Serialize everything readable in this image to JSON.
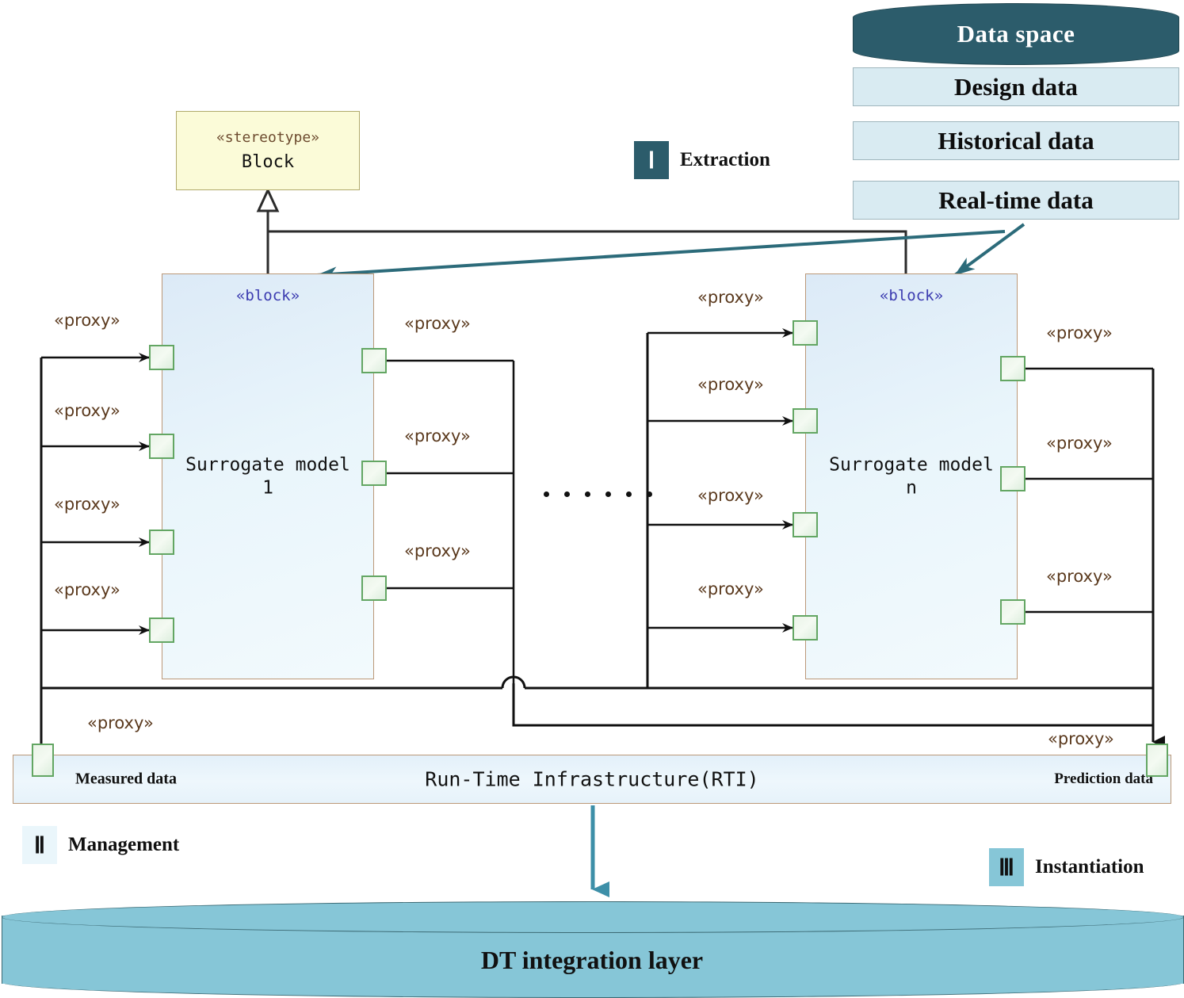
{
  "data_space": {
    "cylinder_label": "Data space",
    "boxes": [
      {
        "label": "Design data"
      },
      {
        "label": "Historical data"
      },
      {
        "label": "Real-time data"
      }
    ]
  },
  "stereotype_block": {
    "stereotype": "«stereotype»",
    "name": "Block"
  },
  "models": [
    {
      "stereotype": "«block»",
      "name": "Surrogate model\n1",
      "input_proxy_labels": [
        "«proxy»",
        "«proxy»",
        "«proxy»",
        "«proxy»"
      ],
      "output_proxy_labels": [
        "«proxy»",
        "«proxy»",
        "«proxy»"
      ]
    },
    {
      "stereotype": "«block»",
      "name": "Surrogate model\nn",
      "input_proxy_labels": [
        "«proxy»",
        "«proxy»",
        "«proxy»",
        "«proxy»"
      ],
      "output_proxy_labels": [
        "«proxy»",
        "«proxy»",
        "«proxy»"
      ]
    }
  ],
  "ellipsis": "......",
  "rti": {
    "title": "Run-Time Infrastructure(RTI)",
    "left_port_label": "«proxy»",
    "left_label": "Measured data",
    "right_port_label": "«proxy»",
    "right_label": "Prediction data"
  },
  "dt_layer": {
    "label": "DT integration layer"
  },
  "stages": [
    {
      "numeral": "Ⅰ",
      "label": "Extraction"
    },
    {
      "numeral": "Ⅱ",
      "label": "Management"
    },
    {
      "numeral": "Ⅲ",
      "label": "Instantiation"
    }
  ],
  "colors": {
    "data_space_fill": "#2c5c6b",
    "data_box_fill": "#d9ebf2",
    "model_fill": "#e3f1fa",
    "model_border": "#bb9878",
    "port_border": "#63a663",
    "dt_fill": "#86c6d7",
    "arrow_teal": "#2c6b7a",
    "stereotype_fill": "#fbfbd8"
  }
}
